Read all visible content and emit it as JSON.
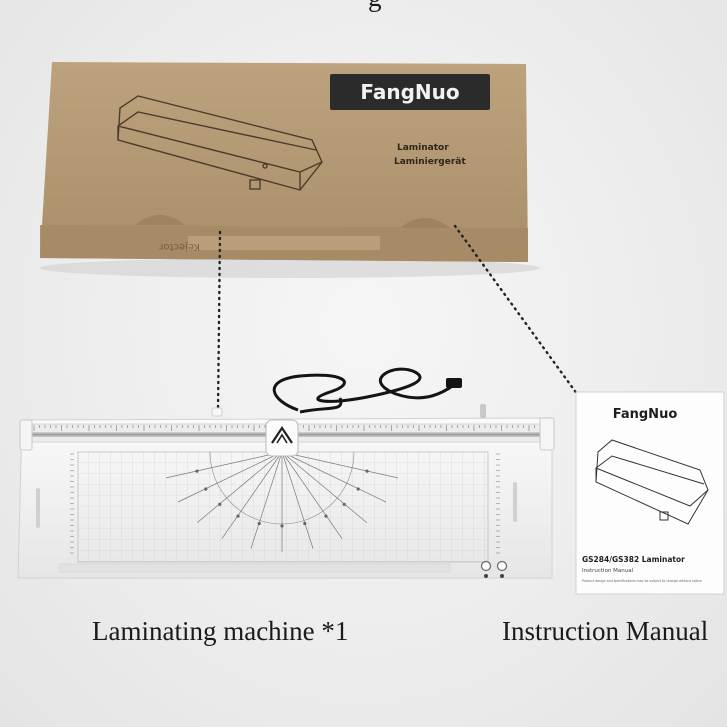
{
  "box": {
    "brand": "FangNuo",
    "product_line1": "Laminator",
    "product_line2": "Laminiergerät",
    "side_text": "Kejector"
  },
  "manual": {
    "brand": "FangNuo",
    "model": "GS284/GS382  Laminator",
    "subtitle": "Instruction Manual",
    "fine_print": "Product design and specifications may be subject to change without notice"
  },
  "captions": {
    "top_clip": "g",
    "left": "Laminating machine *1",
    "right": "Instruction Manual"
  },
  "colors": {
    "cardboard": "#b49a74",
    "cardboard_dark": "#9c8360",
    "logo_bg": "#2b2b2b",
    "machine_body": "#f1f1f1",
    "grid_line": "#c8c8c8",
    "dotted_line": "#222222"
  }
}
